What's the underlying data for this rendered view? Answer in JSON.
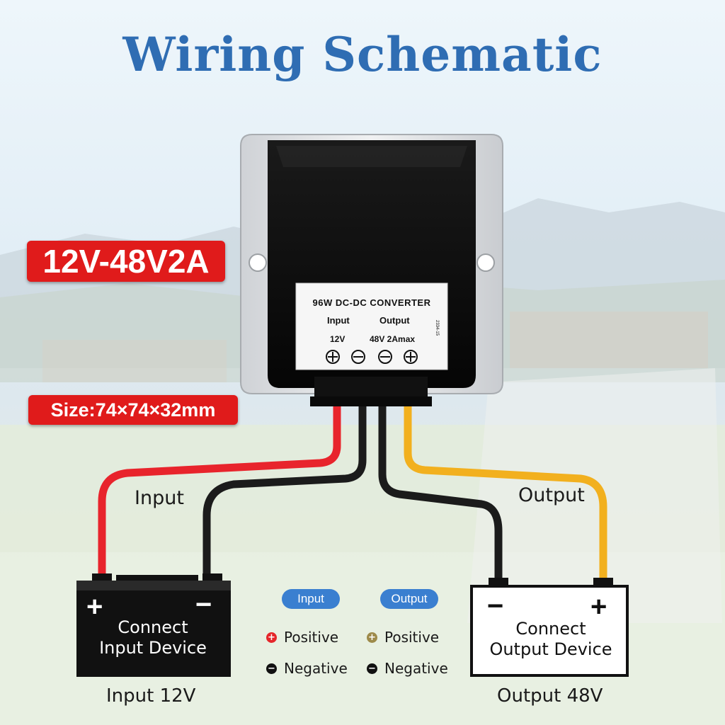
{
  "title": "Wiring Schematic",
  "spec_badge": "12V-48V2A",
  "size_badge": "Size:74×74×32mm",
  "converter_label": {
    "title": "96W DC-DC CONVERTER",
    "input": "Input",
    "output": "Output",
    "input_voltage": "12V",
    "output_rating": "48V 2Amax",
    "code": "2334-15"
  },
  "wire_labels": {
    "input": "Input",
    "output": "Output"
  },
  "input_battery": {
    "plus": "+",
    "minus": "−",
    "line1": "Connect",
    "line2": "Input Device",
    "caption": "Input 12V"
  },
  "output_battery": {
    "plus": "+",
    "minus": "−",
    "line1": "Connect",
    "line2": "Output Device",
    "caption": "Output 48V"
  },
  "legend": {
    "input_pill": "Input",
    "output_pill": "Output",
    "input_positive": "Positive",
    "input_negative": "Negative",
    "output_positive": "Positive",
    "output_negative": "Negative"
  },
  "colors": {
    "title": "#2f6db3",
    "badge_red": "#e01b1b",
    "pill_blue": "#3a7fd0",
    "wire_red": "#e8242c",
    "wire_black": "#1b1b1b",
    "wire_yellow": "#f2b01e",
    "positive_red": "#e5262a",
    "positive_olive": "#9d8a4a"
  },
  "icons": [
    "plus-circle-icon",
    "minus-circle-icon"
  ]
}
